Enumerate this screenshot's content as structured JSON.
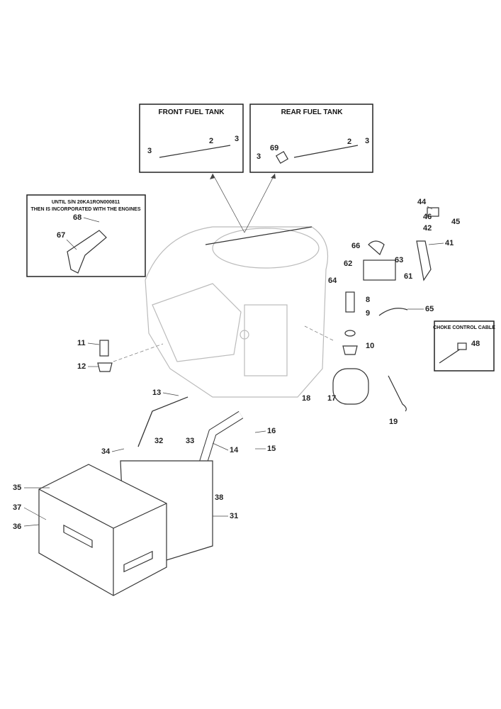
{
  "insets": {
    "front_fuel_tank": "FRONT FUEL TANK",
    "rear_fuel_tank": "REAR FUEL TANK",
    "serial_note_line1": "UNTIL S/N 20KA1RON000811",
    "serial_note_line2": "THEN IS INCORPORATED WITH THE ENGINES",
    "choke_control_cable": "CHOKE CONTROL CABLE"
  },
  "callouts": {
    "f2": "2",
    "f3a": "3",
    "f3b": "3",
    "r69": "69",
    "r3a": "3",
    "r2": "2",
    "r3b": "3",
    "p68": "68",
    "p67": "67",
    "p44": "44",
    "p46": "46",
    "p45": "45",
    "p42": "42",
    "p41": "41",
    "p66": "66",
    "p63": "63",
    "p62": "62",
    "p61": "61",
    "p64": "64",
    "p65": "65",
    "p8": "8",
    "p9": "9",
    "p10": "10",
    "p11": "11",
    "p12": "12",
    "p13": "13",
    "p14": "14",
    "p15": "15",
    "p16": "16",
    "p17": "17",
    "p18": "18",
    "p19": "19",
    "p32": "32",
    "p33": "33",
    "p34": "34",
    "p35": "35",
    "p36": "36",
    "p37": "37",
    "p38": "38",
    "p31": "31",
    "p48": "48"
  }
}
